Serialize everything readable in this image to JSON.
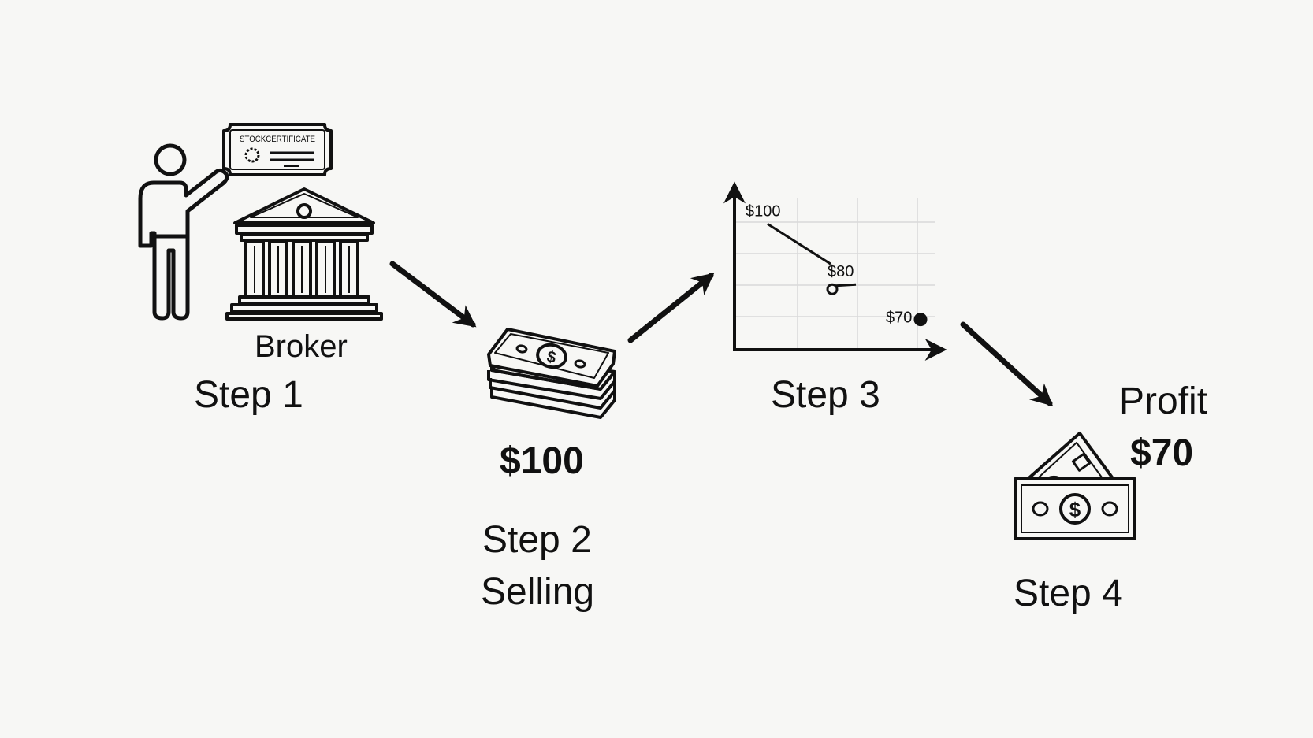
{
  "steps": {
    "step1": {
      "label": "Step 1",
      "sublabel": "Broker",
      "certificate_text": "STOCKCERTIFICATE"
    },
    "step2": {
      "label": "Step 2",
      "sublabel": "Selling",
      "amount": "$100"
    },
    "step3": {
      "label": "Step 3"
    },
    "step4": {
      "label": "Step 4",
      "title": "Profit",
      "amount": "$70"
    }
  },
  "chart_data": {
    "type": "line",
    "title": "",
    "xlabel": "",
    "ylabel": "",
    "grid": true,
    "x": [
      1,
      2,
      3
    ],
    "values": [
      100,
      80,
      70
    ],
    "point_labels": [
      "$100",
      "$80",
      "$70"
    ],
    "ylim": [
      60,
      110
    ]
  },
  "icons": [
    "person-icon",
    "stock-certificate-icon",
    "bank-building-icon",
    "money-stack-icon",
    "price-drop-chart-icon",
    "cash-bills-icon",
    "arrow-icon"
  ],
  "colors": {
    "ink": "#111111",
    "background": "#f7f7f5",
    "grid": "#d9d9d9"
  }
}
